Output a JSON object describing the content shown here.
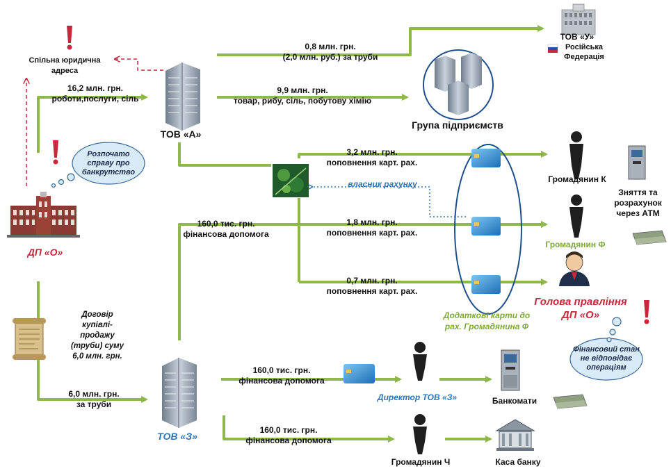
{
  "nodes": {
    "tov_a": {
      "label": "ТОВ «А»"
    },
    "tov_z": {
      "label": "ТОВ «З»"
    },
    "dp_o": {
      "label": "ДП «О»"
    },
    "tov_u": {
      "label": "ТОВ «У»",
      "country": "Російська Федерація"
    },
    "group": {
      "label": "Група підприємств"
    },
    "citizen_k": {
      "label": "Громадянин К"
    },
    "citizen_f": {
      "label": "Громадянин Ф"
    },
    "head": {
      "label_line1": "Голова правління",
      "label_line2": "ДП «О»"
    },
    "director_z": {
      "label": "Директор ТОВ «З»"
    },
    "citizen_ch": {
      "label": "Громадянин Ч"
    },
    "atm_text": {
      "line1": "Зняття та",
      "line2": "розрахунок",
      "line3": "через АТМ"
    },
    "atms": {
      "label": "Банкомати"
    },
    "bank_cash": {
      "label": "Каса банку"
    },
    "shared_address": {
      "line1": "Спільна юридична",
      "line2": "адреса"
    }
  },
  "clouds": {
    "bankruptcy": {
      "line1": "Розпочато",
      "line2": "справу про",
      "line3": "банкрутство"
    },
    "financial": {
      "line1": "Фінансовий стан",
      "line2": "не відповідає",
      "line3": "операціям"
    }
  },
  "flows": {
    "a_to_u": {
      "line1": "0,8 млн. грн.",
      "line2": "(2,0 млн. руб.) за труби"
    },
    "o_to_a": {
      "line1": "16,2 млн. грн.",
      "line2": "роботи,послуги, сіль"
    },
    "a_to_group": {
      "line1": "9,9 млн. грн.",
      "line2": "товар, рибу, сіль, побутову хімію"
    },
    "to_k": {
      "line1": "3,2 млн. грн.",
      "line2": "поповнення карт. рах."
    },
    "owner": {
      "label": "власник рахунку"
    },
    "z_to_pool": {
      "line1": "160,0  тис. грн.",
      "line2": "фінансова допомога"
    },
    "to_f": {
      "line1": "1,8 млн. грн.",
      "line2": "поповнення карт. рах."
    },
    "to_head": {
      "line1": "0,7 млн. грн.",
      "line2": "поповнення карт. рах."
    },
    "extra_cards": {
      "line1": "Додаткові карти до",
      "line2": "рах. Громадянина Ф"
    },
    "contract": {
      "line1": "Договір",
      "line2": "купівлі-",
      "line3": "продажу",
      "line4": "(труби) суму",
      "line5": "6,0 млн. грн."
    },
    "o_to_z": {
      "line1": "6,0 млн. грн.",
      "line2": "за труби"
    },
    "z_to_director": {
      "line1": "160,0  тис. грн.",
      "line2": "фінансова допомога"
    },
    "z_to_ch": {
      "line1": "160,0  тис. грн.",
      "line2": "фінансова допомога"
    }
  },
  "colors": {
    "arrow": "#8fb84a",
    "red": "#c8283c",
    "blue": "#2e75b6",
    "ellipse": "#1f4e8c"
  }
}
